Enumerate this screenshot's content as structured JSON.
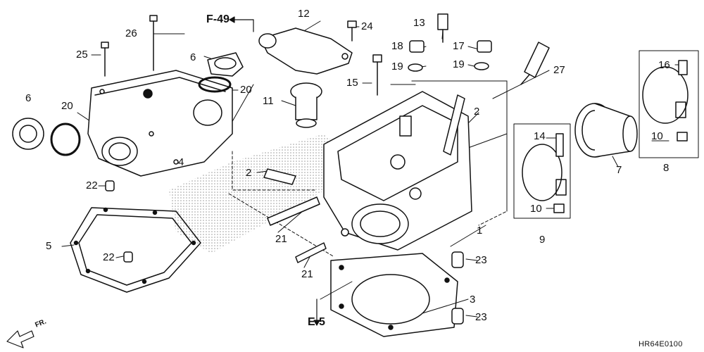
{
  "diagram": {
    "code": "HR64E0100",
    "refs": {
      "f49": "F-49",
      "e5": "E-5",
      "front": "FR."
    },
    "callouts": {
      "c1": "1",
      "c2a": "2",
      "c2b": "2",
      "c3": "3",
      "c4": "4",
      "c5": "5",
      "c6a": "6",
      "c6b": "6",
      "c7": "7",
      "c8": "8",
      "c9": "9",
      "c10a": "10",
      "c10b": "10",
      "c11": "11",
      "c12": "12",
      "c13": "13",
      "c14": "14",
      "c15": "15",
      "c16": "16",
      "c17": "17",
      "c18": "18",
      "c19a": "19",
      "c19b": "19",
      "c20a": "20",
      "c20b": "20",
      "c21a": "21",
      "c21b": "21",
      "c22a": "22",
      "c22b": "22",
      "c23a": "23",
      "c23b": "23",
      "c24": "24",
      "c25": "25",
      "c26": "26",
      "c27": "27"
    }
  }
}
